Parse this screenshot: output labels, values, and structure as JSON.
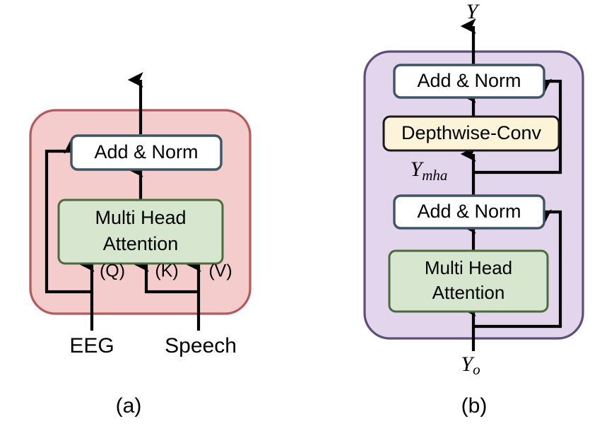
{
  "figure": {
    "title": "Cross-modal attention block (a) and Conformer-style encoder block (b)",
    "background": "#ffffff",
    "captions": [
      {
        "id": "caption-a",
        "text": "(a)"
      },
      {
        "id": "caption-b",
        "text": "(b)"
      }
    ]
  },
  "colors": {
    "panel_a_fill": "#f5cccc",
    "panel_a_stroke": "#b45a5a",
    "panel_b_fill": "#e3d5ec",
    "panel_b_stroke": "#5e4e7c",
    "addnorm_fill": "#ffffff",
    "addnorm_stroke": "#3d5566",
    "attention_fill": "#d6e6cf",
    "attention_stroke": "#4b6b3c",
    "conv_fill": "#fcf3d8",
    "conv_stroke": "#1a1a1a",
    "wire": "#000000"
  },
  "panel_a": {
    "name": "cross-modal-attention-block",
    "blocks": [
      {
        "id": "a-add-norm",
        "label": "Add & Norm",
        "style": "white"
      },
      {
        "id": "a-mha",
        "label_line1": "Multi Head",
        "label_line2": "Attention",
        "style": "green"
      }
    ],
    "port_labels": [
      {
        "id": "a-port-q",
        "text": "(Q)"
      },
      {
        "id": "a-port-k",
        "text": "(K)"
      },
      {
        "id": "a-port-v",
        "text": "(V)"
      }
    ],
    "inputs": [
      {
        "id": "a-input-eeg",
        "text": "EEG"
      },
      {
        "id": "a-input-speech",
        "text": "Speech"
      }
    ],
    "outputs": []
  },
  "panel_b": {
    "name": "conformer-encoder-block",
    "blocks": [
      {
        "id": "b-add-norm-top",
        "label": "Add & Norm",
        "style": "white"
      },
      {
        "id": "b-depthwise-conv",
        "label": "Depthwise-Conv",
        "style": "yellow"
      },
      {
        "id": "b-add-norm-bottom",
        "label": "Add & Norm",
        "style": "white"
      },
      {
        "id": "b-mha",
        "label_line1": "Multi Head",
        "label_line2": "Attention",
        "style": "green"
      }
    ],
    "signals": [
      {
        "id": "b-signal-output",
        "base": "Y",
        "sub": ""
      },
      {
        "id": "b-signal-ymha",
        "base": "Y",
        "sub": "mha"
      },
      {
        "id": "b-signal-input",
        "base": "Y",
        "sub": "o"
      }
    ]
  }
}
